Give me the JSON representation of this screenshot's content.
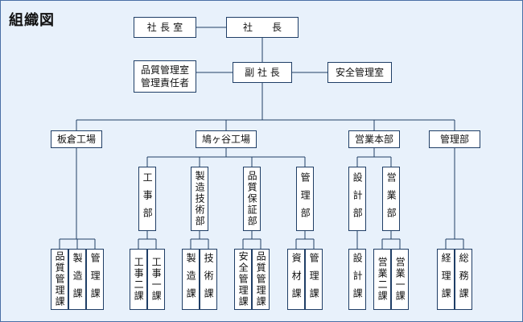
{
  "title": "組織図",
  "colors": {
    "background": "#e8f1fb",
    "border": "#1f3e66",
    "line": "#1f3e66"
  },
  "nodes": {
    "shachoshitsu": "社長室",
    "shacho": "社　　長",
    "hinshitsu_sekininsha": "品質管理室\n管理責任者",
    "fukushacho": "副 社 長",
    "anzen_kanrishitsu": "安全管理室",
    "itakura_kojo": "板倉工場",
    "hatogaya_kojo": "鳩ヶ谷工場",
    "eigyo_honbu": "営業本部",
    "kanri_bu": "管理部",
    "koji_bu": "工事部",
    "seizo_gijutsu_bu": "製造技術部",
    "hinshitsu_hosho_bu": "品質保証部",
    "kanri_bu_hatogaya": "管理部",
    "sekkei_bu": "設計部",
    "eigyo_bu": "営業部",
    "itakura_hinshitsu_kanri_ka": "品質管理課",
    "itakura_seizo_ka": "製造課",
    "itakura_kanri_ka": "管理課",
    "koji_2_ka": "工事二課",
    "koji_1_ka": "工事一課",
    "seizo_ka": "製造課",
    "gijutsu_ka": "技術課",
    "anzen_kanri_ka": "安全管理課",
    "hinshitsu_kanri_ka": "品質管理課",
    "shizai_ka": "資材課",
    "kanri_ka": "管理課",
    "sekkei_ka": "設計課",
    "eigyo_2_ka": "営業二課",
    "eigyo_1_ka": "営業一課",
    "keiri_ka": "経理課",
    "somu_ka": "総務課"
  }
}
